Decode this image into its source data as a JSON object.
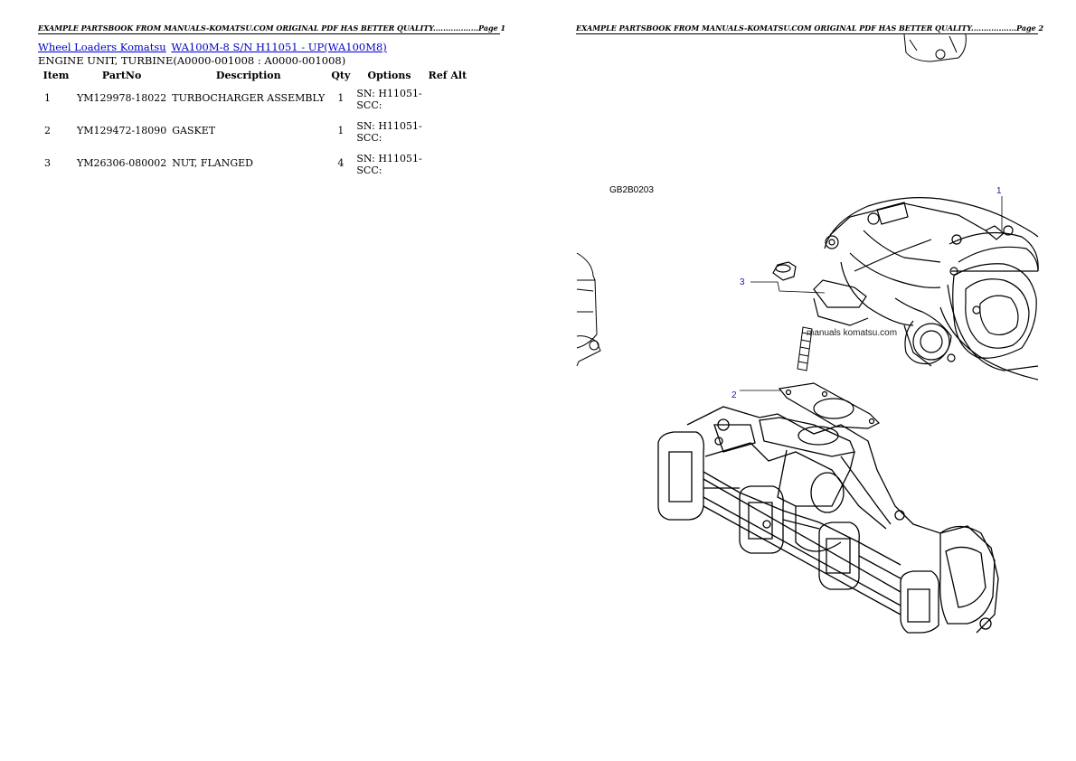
{
  "header": {
    "page1": "EXAMPLE PARTSBOOK FROM MANUALS-KOMATSU.COM ORIGINAL PDF HAS BETTER QUALITY..................Page 1",
    "page2": "EXAMPLE PARTSBOOK FROM MANUALS-KOMATSU.COM ORIGINAL PDF HAS BETTER QUALITY..................Page 2"
  },
  "breadcrumb": {
    "link1": "Wheel Loaders Komatsu",
    "link2": "WA100M-8 S/N H11051 - UP(WA100M8)"
  },
  "section_title": "ENGINE UNIT, TURBINE(A0000-001008 : A0000-001008)",
  "table": {
    "headers": [
      "Item",
      "PartNo",
      "Description",
      "Qty",
      "Options",
      "Ref Alt"
    ],
    "rows": [
      {
        "item": "1",
        "partno": "YM129978-18022",
        "description": "TURBOCHARGER ASSEMBLY",
        "qty": "1",
        "options_line1": "SN: H11051-",
        "options_line2": "SCC:",
        "refalt": ""
      },
      {
        "item": "2",
        "partno": "YM129472-18090",
        "description": "GASKET",
        "qty": "1",
        "options_line1": "SN: H11051-",
        "options_line2": "SCC:",
        "refalt": ""
      },
      {
        "item": "3",
        "partno": "YM26306-080002",
        "description": "NUT, FLANGED",
        "qty": "4",
        "options_line1": "SN: H11051-",
        "options_line2": "SCC:",
        "refalt": ""
      }
    ]
  },
  "diagram": {
    "code": "GB2B0203",
    "callouts": [
      "1",
      "2",
      "3"
    ],
    "watermark": "manuals komatsu.com",
    "callout_color": "#1a1aaa"
  }
}
